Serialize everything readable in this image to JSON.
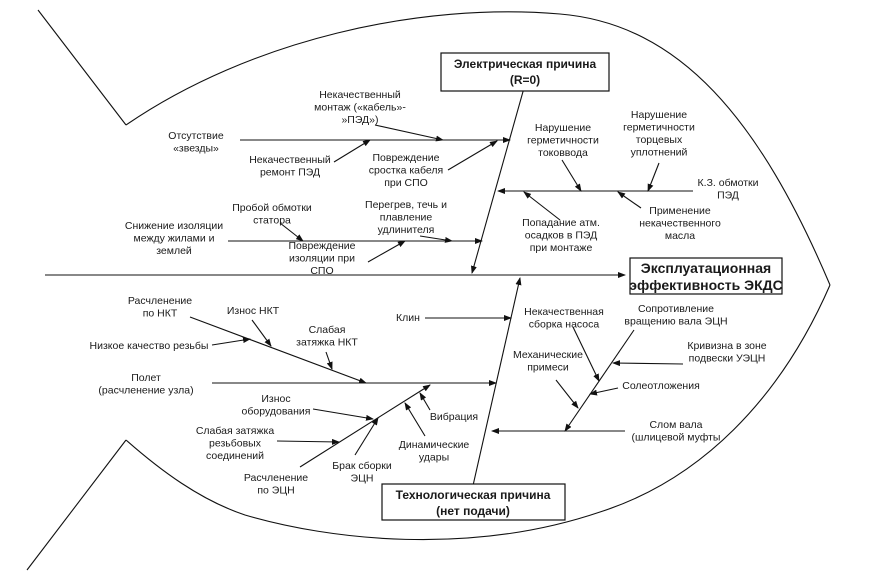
{
  "diagram": {
    "type": "fishbone",
    "effect": {
      "lines": [
        "Эксплуатационная",
        "эффективность ЭКДС"
      ]
    },
    "categories": {
      "electrical": {
        "lines": [
          "Электрическая причина",
          "(R=0)"
        ]
      },
      "technological": {
        "lines": [
          "Технологическая причина",
          "(нет подачи)"
        ]
      }
    },
    "causes": {
      "otsutstvie_zvezdy": [
        "Отсутствие",
        "«звезды»"
      ],
      "nekach_montazh": [
        "Некачественный",
        "монтаж («кабель»-",
        "»ПЭД»)"
      ],
      "nekach_remont": [
        "Некачественный",
        "ремонт ПЭД"
      ],
      "povrezhdenie_srostka": [
        "Повреждение",
        "сростка кабеля",
        "при СПО"
      ],
      "snizhenie_izolyacii": [
        "Снижение изоляции",
        "между жилами и",
        "землей"
      ],
      "proboy_obmotki": [
        "Пробой обмотки",
        "статора"
      ],
      "peregrev": [
        "Перегрев, течь и",
        "плавление",
        "удлинителя"
      ],
      "povrezhdenie_izolyacii": [
        "Повреждение",
        "изоляции при",
        "СПО"
      ],
      "narushenie_tokovvoda": [
        "Нарушение",
        "герметичности",
        "токоввода"
      ],
      "narushenie_torcevyh": [
        "Нарушение",
        "герметичности",
        "торцевых",
        "уплотнений"
      ],
      "kz_obmotki": [
        "К.З. обмотки",
        "ПЭД"
      ],
      "popadanie_osadkov": [
        "Попадание атм.",
        "осадков в ПЭД",
        "при монтаже"
      ],
      "primenenie_masla": [
        "Применение",
        "некачественного",
        "масла"
      ],
      "raschlenenie_nkt": [
        "Расчленение",
        "по НКТ"
      ],
      "iznos_nkt": [
        "Износ НКТ"
      ],
      "nizkoe_kachestvo": [
        "Низкое качество резьбы"
      ],
      "slabaya_zatyazhka_nkt": [
        "Слабая",
        "затяжка НКТ"
      ],
      "klin": [
        "Клин"
      ],
      "polet": [
        "Полет",
        "(расчленение узла)"
      ],
      "iznos_oborudovaniya": [
        "Износ",
        "оборудования"
      ],
      "slabaya_zatyazhka_rezb": [
        "Слабая затяжка",
        "резьбовых",
        "соединений"
      ],
      "raschlenenie_ecn": [
        "Расчленение",
        "по ЭЦН"
      ],
      "brak_sborki": [
        "Брак сборки",
        "ЭЦН"
      ],
      "dinamicheskie_udary": [
        "Динамические",
        "удары"
      ],
      "vibraciya": [
        "Вибрация"
      ],
      "nekach_sborka_nasosa": [
        "Некачественная",
        "сборка насоса"
      ],
      "soprotivlenie": [
        "Сопротивление",
        "вращению вала ЭЦН"
      ],
      "krivizna": [
        "Кривизна в зоне",
        "подвески УЭЦН"
      ],
      "mehanicheskie_primesi": [
        "Механические",
        "примеси"
      ],
      "soleotlozheniya": [
        "Солеотложения"
      ],
      "slom_vala": [
        "Слом вала",
        "(шлицевой муфты"
      ]
    }
  }
}
